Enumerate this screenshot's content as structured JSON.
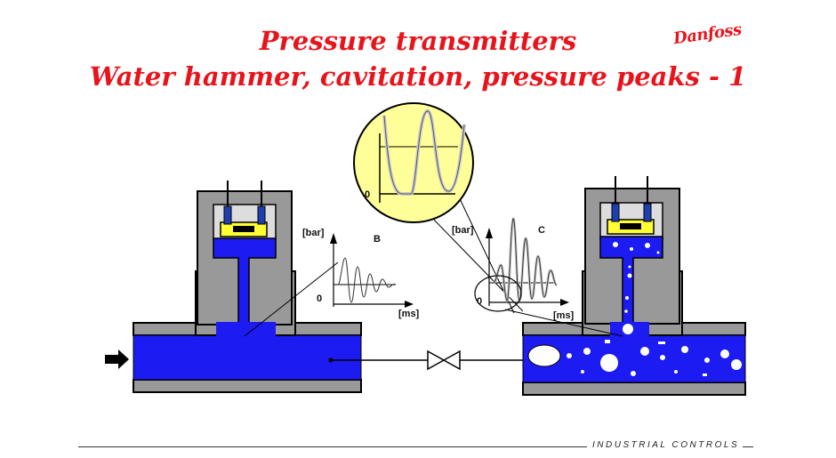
{
  "header": {
    "title_line1": "Pressure transmitters",
    "title_line2": "Water hammer, cavitation, pressure peaks - 1",
    "logo_text": "Danfoss"
  },
  "graphs": {
    "left": {
      "y_unit": "[bar]",
      "x_unit": "[ms]",
      "origin": "0",
      "tag": "B"
    },
    "right": {
      "y_unit": "[bar]",
      "x_unit": "[ms]",
      "origin": "0",
      "tag": "C"
    },
    "zoom": {
      "origin": "0"
    }
  },
  "footer": {
    "text": "INDUSTRIAL CONTROLS"
  },
  "colors": {
    "title": "#e8141b",
    "water": "#1b1bf2",
    "body_gray": "#999999",
    "zoom_fill": "#ffff99",
    "connector_blue": "#1f3fb0",
    "connector_yellow": "#ffff33"
  }
}
